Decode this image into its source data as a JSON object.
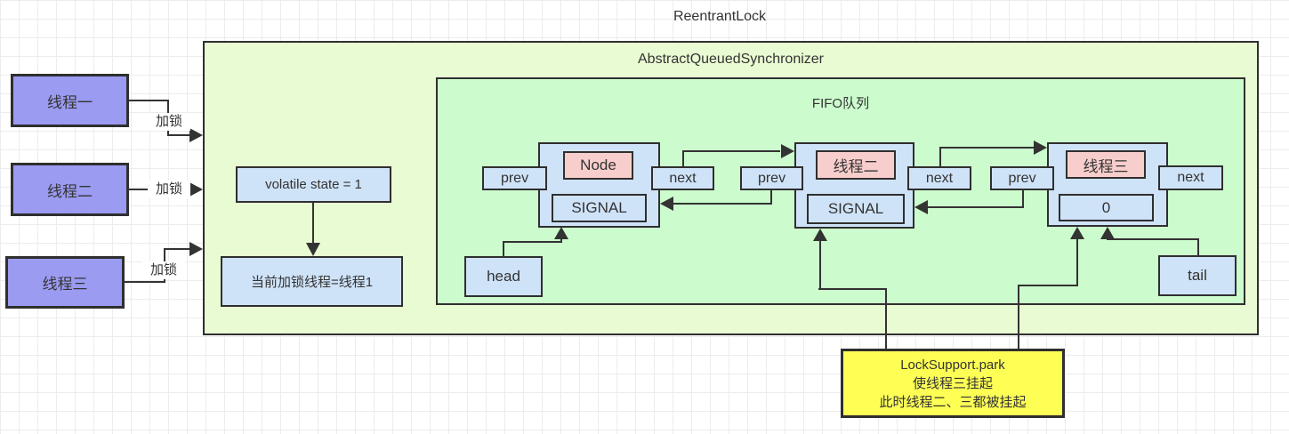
{
  "title": "ReentrantLock",
  "aqs_label": "AbstractQueuedSynchronizer",
  "fifo_label": "FIFO队列",
  "threads": [
    {
      "label": "线程一",
      "action": "加锁"
    },
    {
      "label": "线程二",
      "action": "加锁"
    },
    {
      "label": "线程三",
      "action": "加锁"
    }
  ],
  "state_box": "volatile state = 1",
  "owner_box": "当前加锁线程=线程1",
  "queue": {
    "head_label": "head",
    "tail_label": "tail",
    "nodes": [
      {
        "title": "Node",
        "status": "SIGNAL",
        "prev": "prev",
        "next": "next"
      },
      {
        "title": "线程二",
        "status": "SIGNAL",
        "prev": "prev",
        "next": "next"
      },
      {
        "title": "线程三",
        "status": "0",
        "prev": "prev",
        "next": "next"
      }
    ]
  },
  "note": {
    "lines": [
      "LockSupport.park",
      "使线程三挂起",
      "此时线程二、三都被挂起"
    ]
  },
  "colors": {
    "thread-fill": "#9b9bf2",
    "blue-fill": "#cfe3f8",
    "pink-fill": "#f8cecc",
    "green-outer": "#e9fbd2",
    "green-inner": "#ccfccd",
    "note-fill": "#feff55",
    "line": "#333333",
    "text": "#333333"
  }
}
